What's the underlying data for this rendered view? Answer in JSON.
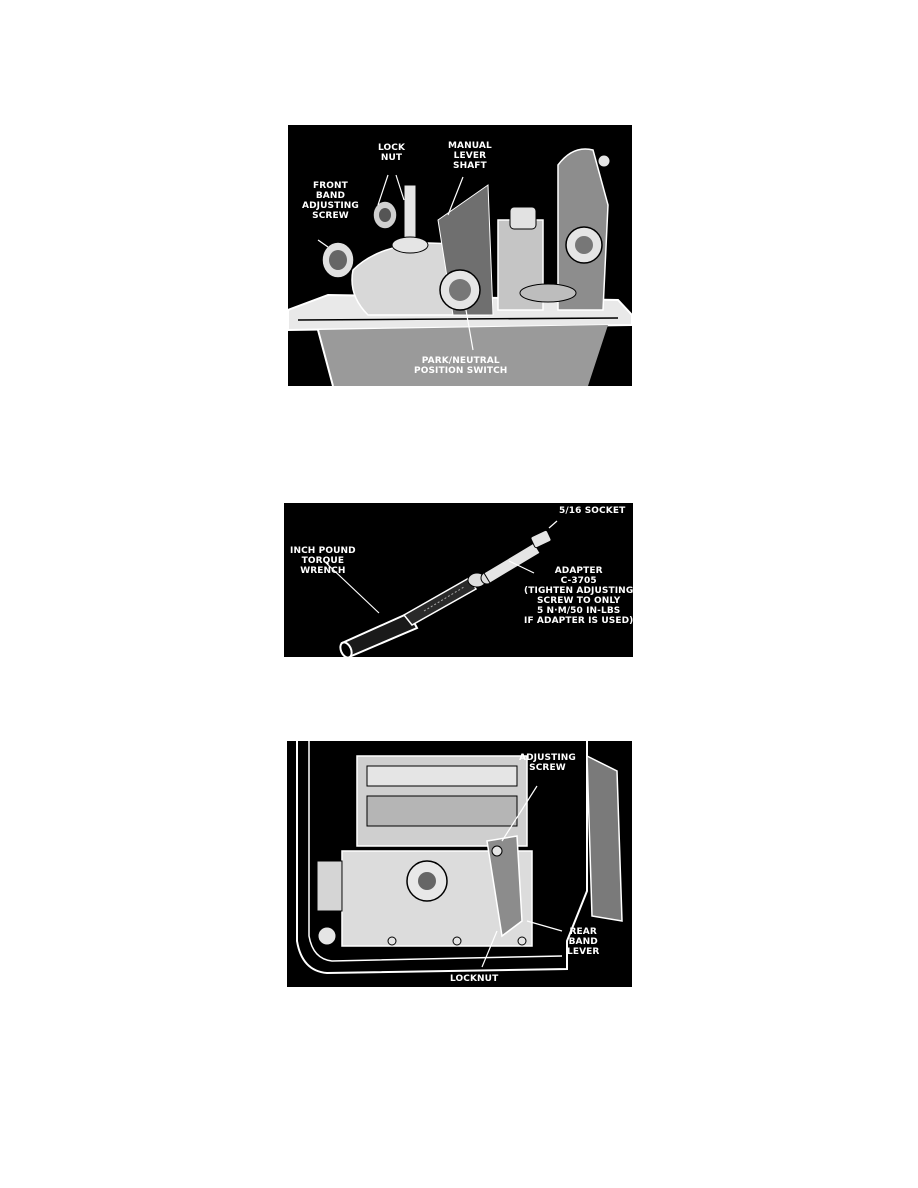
{
  "figures": [
    {
      "labels": {
        "lock_nut": "LOCK\nNUT",
        "manual_lever_shaft": "MANUAL\nLEVER\nSHAFT",
        "front_band_adjusting_screw": "FRONT\nBAND\nADJUSTING\nSCREW",
        "park_neutral_position_switch": "PARK/NEUTRAL\nPOSITION SWITCH"
      }
    },
    {
      "labels": {
        "socket": "5/16 SOCKET",
        "torque_wrench": "INCH POUND\nTORQUE\nWRENCH",
        "adapter": "ADAPTER\nC-3705\n(TIGHTEN ADJUSTING\nSCREW TO ONLY\n5 N·m/50 IN-LBS\nIF ADAPTER IS USED)"
      }
    },
    {
      "labels": {
        "adjusting_screw": "ADJUSTING\nSCREW",
        "rear_band_lever": "REAR\nBAND\nLEVER",
        "locknut": "LOCKNUT"
      }
    }
  ]
}
